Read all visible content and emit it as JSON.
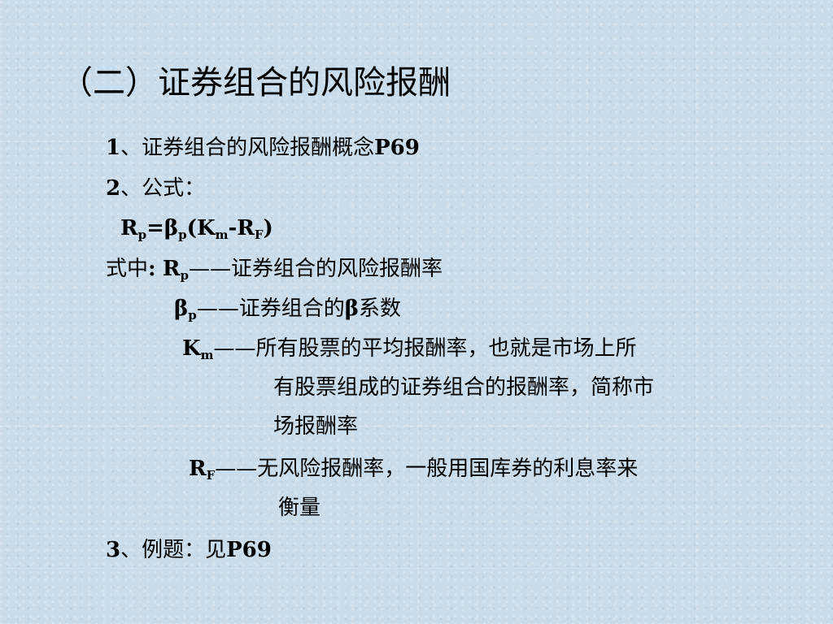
{
  "slide": {
    "title": "（二）证券组合的风险报酬",
    "item1": {
      "num": "1",
      "sep": "、",
      "text": "证券组合的风险报酬概念",
      "ref": "P69"
    },
    "item2": {
      "num": "2",
      "sep": "、",
      "text": "公式："
    },
    "formula": {
      "r": "R",
      "r_sub": "p",
      "eq": "=",
      "beta": "β",
      "beta_sub": "p",
      "open": "(",
      "k": "K",
      "k_sub": "m",
      "minus": "-",
      "rf": "R",
      "rf_sub": "F",
      "close": ")"
    },
    "where": {
      "label": "式中",
      "colon": ":",
      "rp": {
        "sym": "R",
        "sub": "p",
        "dash": "——",
        "desc": "证券组合的风险报酬率"
      },
      "bp": {
        "sym": "β",
        "sub": "p",
        "dash": "——",
        "desc_pre": "证券组合的",
        "desc_beta": "β",
        "desc_post": "系数"
      },
      "km": {
        "sym": "K",
        "sub": "m",
        "dash": "——",
        "desc1": "所有股票的平均报酬率，也就是市场上所",
        "desc2": "有股票组成的证券组合的报酬率，简称市",
        "desc3": "场报酬率"
      },
      "rf": {
        "sym": "R",
        "sub": "F",
        "dash": "——",
        "desc1": "无风险报酬率，一般用国库券的利息率来",
        "desc2": "衡量"
      }
    },
    "item3": {
      "num": "3",
      "sep": "、",
      "text": "例题：见",
      "ref": "P69"
    }
  }
}
